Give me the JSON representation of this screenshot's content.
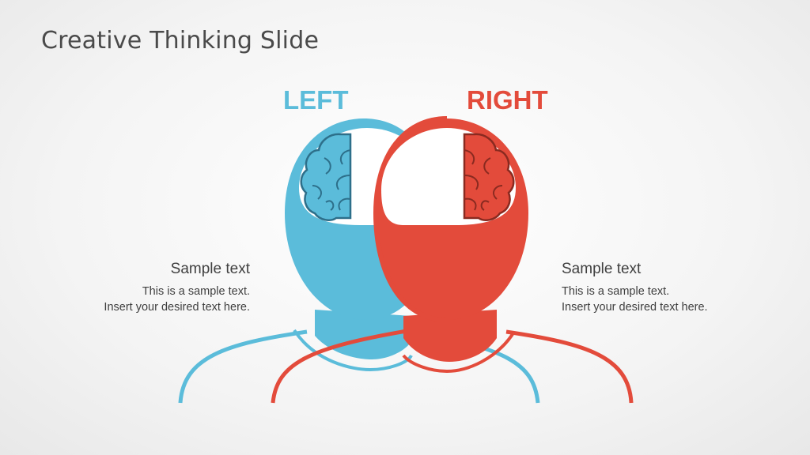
{
  "slide": {
    "title": "Creative Thinking Slide"
  },
  "labels": {
    "left": "LEFT",
    "right": "RIGHT"
  },
  "left_text": {
    "heading": "Sample text",
    "line1": "This is a sample text.",
    "line2": "Insert your desired text here."
  },
  "right_text": {
    "heading": "Sample text",
    "line1": "This is a sample text.",
    "line2": "Insert your desired text here."
  },
  "colors": {
    "left": "#5bbcda",
    "right": "#e34b3b",
    "left_dark": "#2d6f8a",
    "right_dark": "#8a2a20"
  },
  "icons": [
    "left-brain-icon",
    "right-brain-icon"
  ]
}
